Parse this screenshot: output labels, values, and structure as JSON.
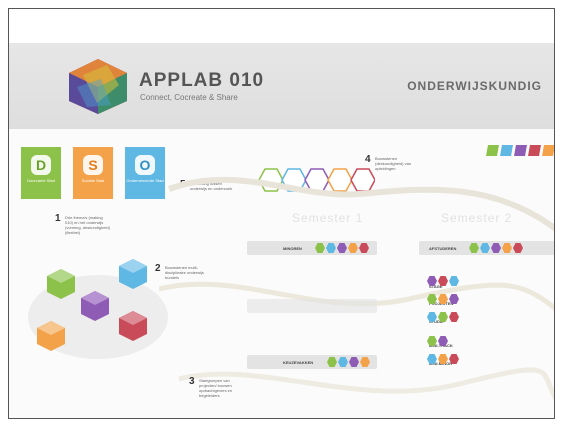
{
  "header": {
    "title": "APPLAB 010",
    "tagline": "Connect, Cocreate & Share",
    "subject": "ONDERWIJSKUNDIG"
  },
  "categories": [
    {
      "letter": "D",
      "caption": "Duurzame Stad",
      "color": "#8dc24a"
    },
    {
      "letter": "S",
      "caption": "Sociale Stad",
      "color": "#f3a24a"
    },
    {
      "letter": "O",
      "caption": "Ondernemende Stad",
      "color": "#5fb7e3"
    }
  ],
  "steps": [
    {
      "number": "1",
      "note": "Drie thema's (making 010) en het onderwijs (vorming, deskundigheid) (flexibel)"
    },
    {
      "number": "2",
      "note": "Bouwstenen multi-disciplinaire onderwijs bundels"
    },
    {
      "number": "3",
      "note": "Startgroepen van projecten/ bouwen opdrachtgevers en begeleiders"
    },
    {
      "number": "4",
      "note": "Bouwstenen (deskundigheid) van opleidingen"
    },
    {
      "number": "5",
      "note": "Verbinding tussen onderwijs en onderzoek"
    }
  ],
  "semesters": [
    {
      "label": "Semester 1"
    },
    {
      "label": "Semester 2"
    }
  ],
  "lanes": [
    {
      "label": "MINOREN"
    },
    {
      "label": "AFSTUDEREN"
    },
    {
      "label": "STAGE"
    },
    {
      "label": "PROJECTEN"
    },
    {
      "label": "STUDIE"
    },
    {
      "label": "KEUZEVAKKEN"
    },
    {
      "label": "MINI-TRACK"
    },
    {
      "label": "MINI-MINOR"
    }
  ],
  "colors": {
    "green": "#8dc24a",
    "orange": "#f3a24a",
    "blue": "#5fb7e3",
    "purple": "#8e5bb5",
    "red": "#c94b5a",
    "yellow": "#e8d24a"
  }
}
